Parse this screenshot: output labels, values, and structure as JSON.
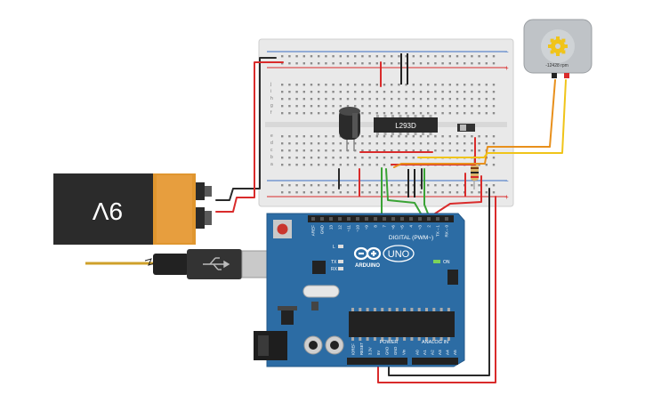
{
  "battery": {
    "label": "9V"
  },
  "driver_ic": {
    "label": "L293D"
  },
  "motor": {
    "rpm_label": "-12428 rpm"
  },
  "arduino": {
    "brand": "ARDUINO",
    "model": "UNO",
    "digital_header": "DIGITAL (PWM~)",
    "power_header": "POWER",
    "analog_header": "ANALOG IN",
    "tx": "TX",
    "rx": "RX",
    "on": "ON",
    "l": "L",
    "top_pins": [
      "AREF",
      "GND",
      "13",
      "12",
      "~11",
      "~10",
      "~9",
      "8",
      "7",
      "~6",
      "~5",
      "4",
      "~3",
      "2",
      "TX→1",
      "RX←0"
    ],
    "power_pins": [
      "IOREF",
      "RESET",
      "3.3V",
      "5V",
      "GND",
      "GND",
      "Vin"
    ],
    "analog_pins": [
      "A0",
      "A1",
      "A2",
      "A3",
      "A4",
      "A5"
    ]
  },
  "breadboard": {
    "row_letters_top": [
      "j",
      "i",
      "h",
      "g",
      "f"
    ],
    "row_letters_bottom": [
      "e",
      "d",
      "c",
      "b",
      "a"
    ],
    "plus": "+",
    "minus": "−"
  },
  "colors": {
    "board_blue": "#2c6ca4",
    "wire_red": "#d92b2b",
    "wire_black": "#2a2a2a",
    "wire_green": "#3aa335",
    "wire_orange": "#e8901c",
    "wire_yellow": "#f0c419",
    "battery_orange": "#e0962f",
    "battery_black": "#2b2b2b"
  }
}
